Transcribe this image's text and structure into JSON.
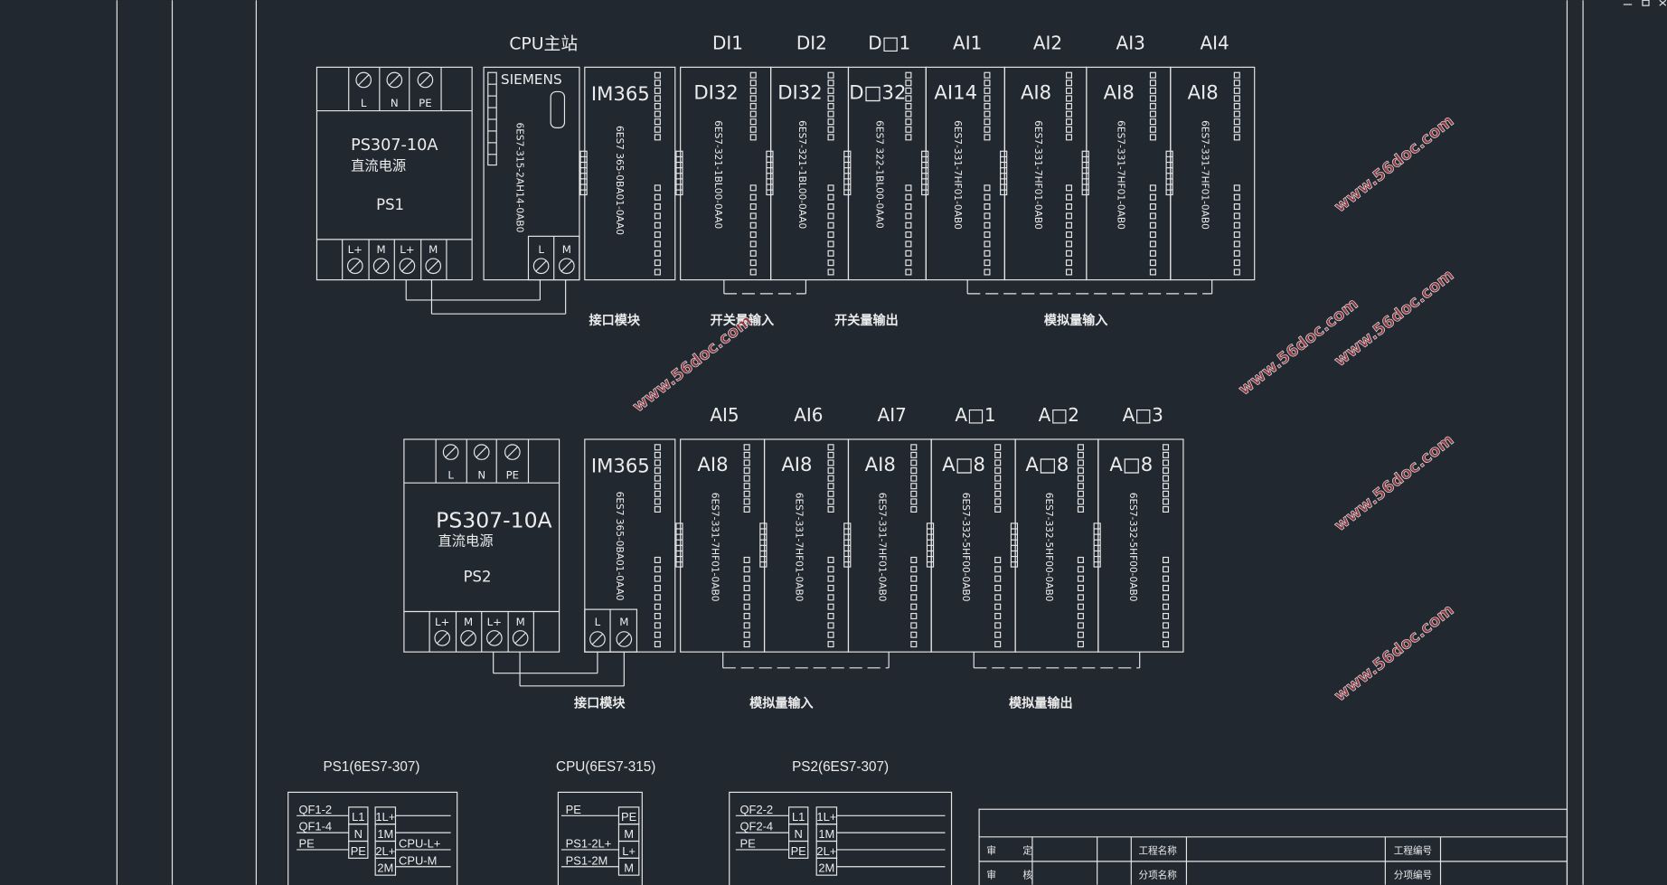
{
  "window_controls": {
    "minimize": "minimize-icon",
    "restore": "restore-icon",
    "close": "close-icon"
  },
  "watermark": "www.56doc.com",
  "rack1": {
    "ps": {
      "terminals_top": [
        "L",
        "N",
        "PE"
      ],
      "model": "PS307-10A",
      "desc": "直流电源",
      "name": "PS1",
      "terminals_bottom": [
        "L+",
        "M",
        "L+",
        "M"
      ]
    },
    "cpu": {
      "title": "CPU主站",
      "brand": "SIEMENS",
      "part": "6ES7-315-2AH14-0AB0",
      "terminals": [
        "L",
        "M"
      ]
    },
    "im": {
      "label": "IM365",
      "part": "6ES7 365-0BA01-0AA0"
    },
    "modules": [
      {
        "title": "DI1",
        "label": "DI32",
        "part": "6ES7-321-1BL00-0AA0"
      },
      {
        "title": "DI2",
        "label": "DI32",
        "part": "6ES7-321-1BL00-0AA0"
      },
      {
        "title": "D□1",
        "label": "D□32",
        "part": "6ES7 322-1BL00-0AA0"
      },
      {
        "title": "AI1",
        "label": "AI14",
        "part": "6ES7-331-7HF01-0AB0"
      },
      {
        "title": "AI2",
        "label": "AI8",
        "part": "6ES7-331-7HF01-0AB0"
      },
      {
        "title": "AI3",
        "label": "AI8",
        "part": "6ES7-331-7HF01-0AB0"
      },
      {
        "title": "AI4",
        "label": "AI8",
        "part": "6ES7-331-7HF01-0AB0"
      }
    ],
    "group_labels": [
      "接口模块",
      "开关量输入",
      "开关量输出",
      "模拟量输入"
    ]
  },
  "rack2": {
    "ps": {
      "terminals_top": [
        "L",
        "N",
        "PE"
      ],
      "model": "PS307-10A",
      "desc": "直流电源",
      "name": "PS2",
      "terminals_bottom": [
        "L+",
        "M",
        "L+",
        "M"
      ]
    },
    "im": {
      "label": "IM365",
      "part": "6ES7 365-0BA01-0AA0",
      "terminals": [
        "L",
        "M"
      ]
    },
    "modules": [
      {
        "title": "AI5",
        "label": "AI8",
        "part": "6ES7-331-7HF01-0AB0"
      },
      {
        "title": "AI6",
        "label": "AI8",
        "part": "6ES7-331-7HF01-0AB0"
      },
      {
        "title": "AI7",
        "label": "AI8",
        "part": "6ES7-331-7HF01-0AB0"
      },
      {
        "title": "A□1",
        "label": "A□8",
        "part": "6ES7-332-5HF00-0AB0"
      },
      {
        "title": "A□2",
        "label": "A□8",
        "part": "6ES7-332-5HF00-0AB0"
      },
      {
        "title": "A□3",
        "label": "A□8",
        "part": "6ES7-332-5HF00-0AB0"
      }
    ],
    "group_labels": [
      "接口模块",
      "模拟量输入",
      "模拟量输出"
    ]
  },
  "wiring": [
    {
      "title": "PS1(6ES7-307)",
      "inputs": [
        "QF1-2",
        "QF1-4",
        "PE"
      ],
      "block1": [
        "L1",
        "N",
        "PE"
      ],
      "block2": [
        "1L+",
        "1M",
        "2L+",
        "2M"
      ],
      "outputs": [
        "",
        "",
        "CPU-L+",
        "CPU-M"
      ]
    },
    {
      "title": "CPU(6ES7-315)",
      "inputs": [
        "PE",
        "",
        "PS1-2L+",
        "PS1-2M"
      ],
      "block1": [
        "PE",
        "M",
        "L+",
        "M"
      ]
    },
    {
      "title": "PS2(6ES7-307)",
      "inputs": [
        "QF2-2",
        "QF2-4",
        "PE"
      ],
      "block1": [
        "L1",
        "N",
        "PE"
      ],
      "block2": [
        "1L+",
        "1M",
        "2L+",
        "2M"
      ],
      "outputs": [
        "",
        "",
        "",
        ""
      ]
    }
  ],
  "title_block": {
    "rows": [
      {
        "role": "审",
        "role2": "定",
        "name_label": "工程名称",
        "no_label": "工程编号"
      },
      {
        "role": "审",
        "role2": "核",
        "name_label": "分项名称",
        "no_label": "分项编号"
      }
    ]
  }
}
